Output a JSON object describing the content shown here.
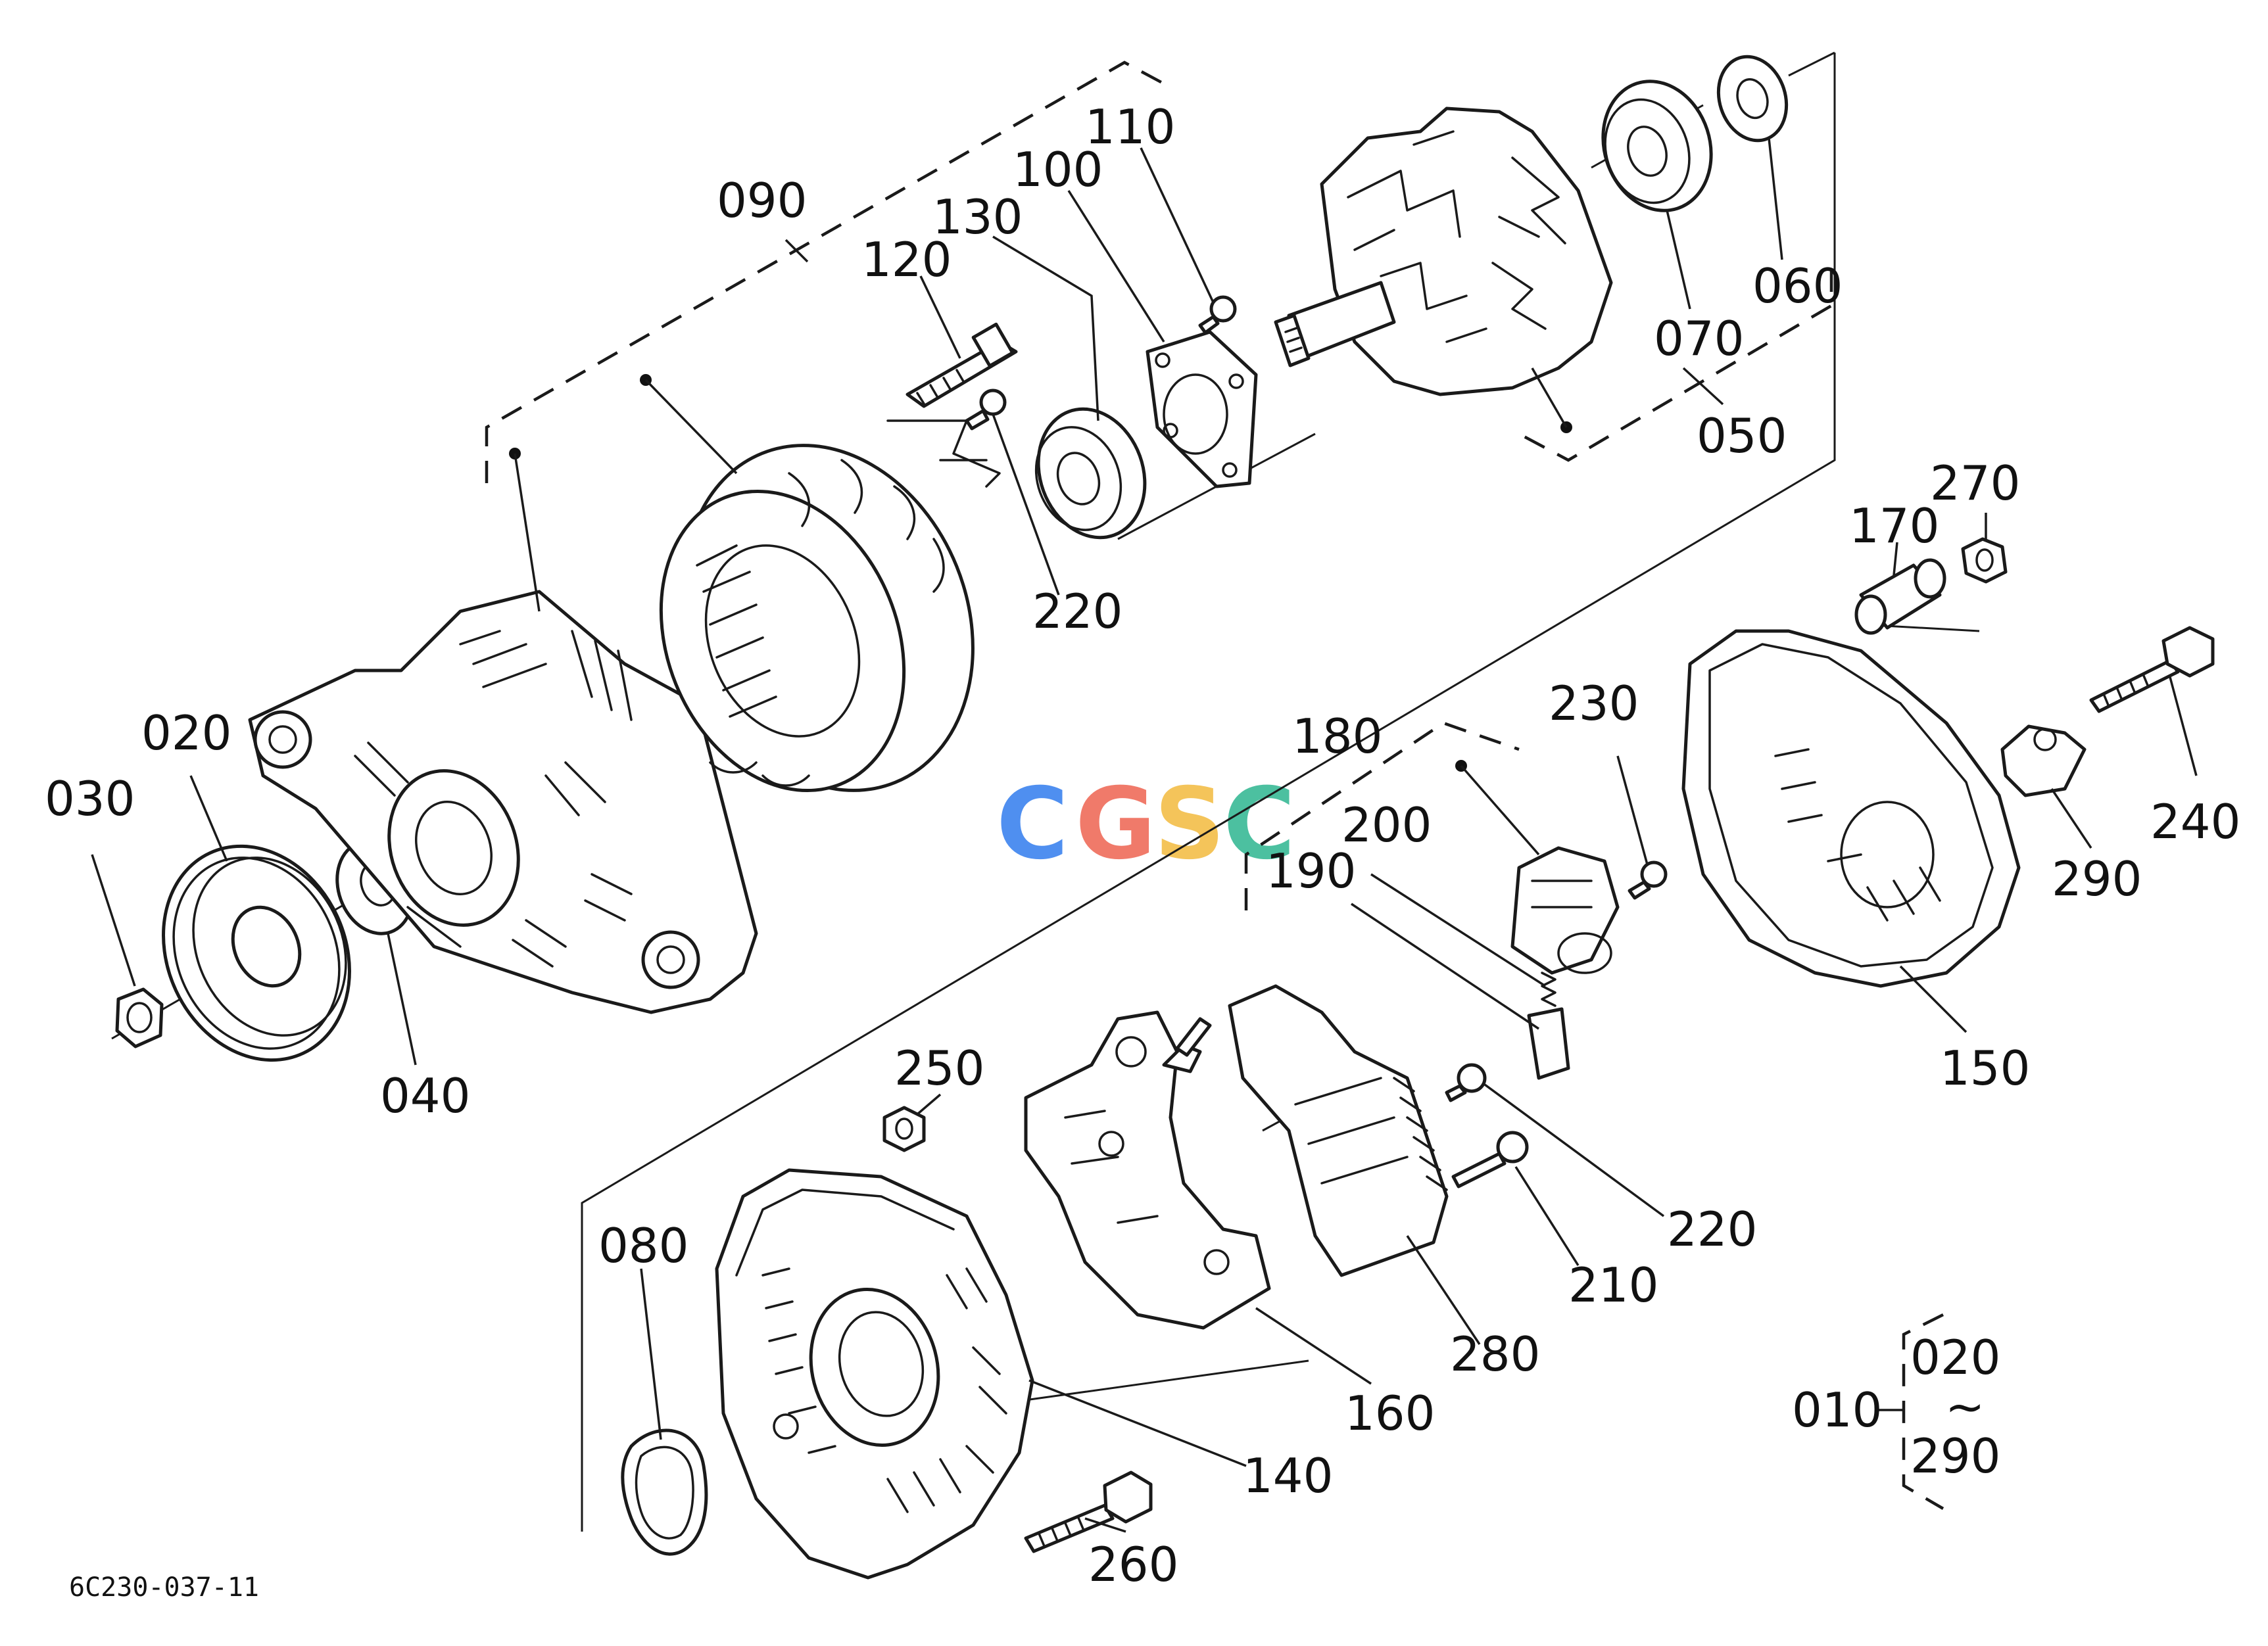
{
  "drawing_code": "6C230-037-11",
  "watermark": {
    "letters": [
      "C",
      "G",
      "S",
      "C"
    ],
    "colors": [
      "#4f8ff0",
      "#f07a6a",
      "#f4c45a",
      "#4cc0a0"
    ]
  },
  "range_bracket": {
    "assembly": "010",
    "from": "020",
    "to": "290",
    "tilde": "~"
  },
  "callouts": {
    "c010": "010",
    "c020": "020",
    "c030": "030",
    "c040": "040",
    "c050": "050",
    "c060": "060",
    "c070": "070",
    "c080": "080",
    "c090": "090",
    "c100": "100",
    "c110": "110",
    "c120": "120",
    "c130": "130",
    "c140": "140",
    "c150": "150",
    "c160": "160",
    "c170": "170",
    "c180": "180",
    "c190": "190",
    "c200": "200",
    "c210": "210",
    "c220a": "220",
    "c220b": "220",
    "c230": "230",
    "c240": "240",
    "c250": "250",
    "c260": "260",
    "c270": "270",
    "c280": "280",
    "c290": "290"
  }
}
